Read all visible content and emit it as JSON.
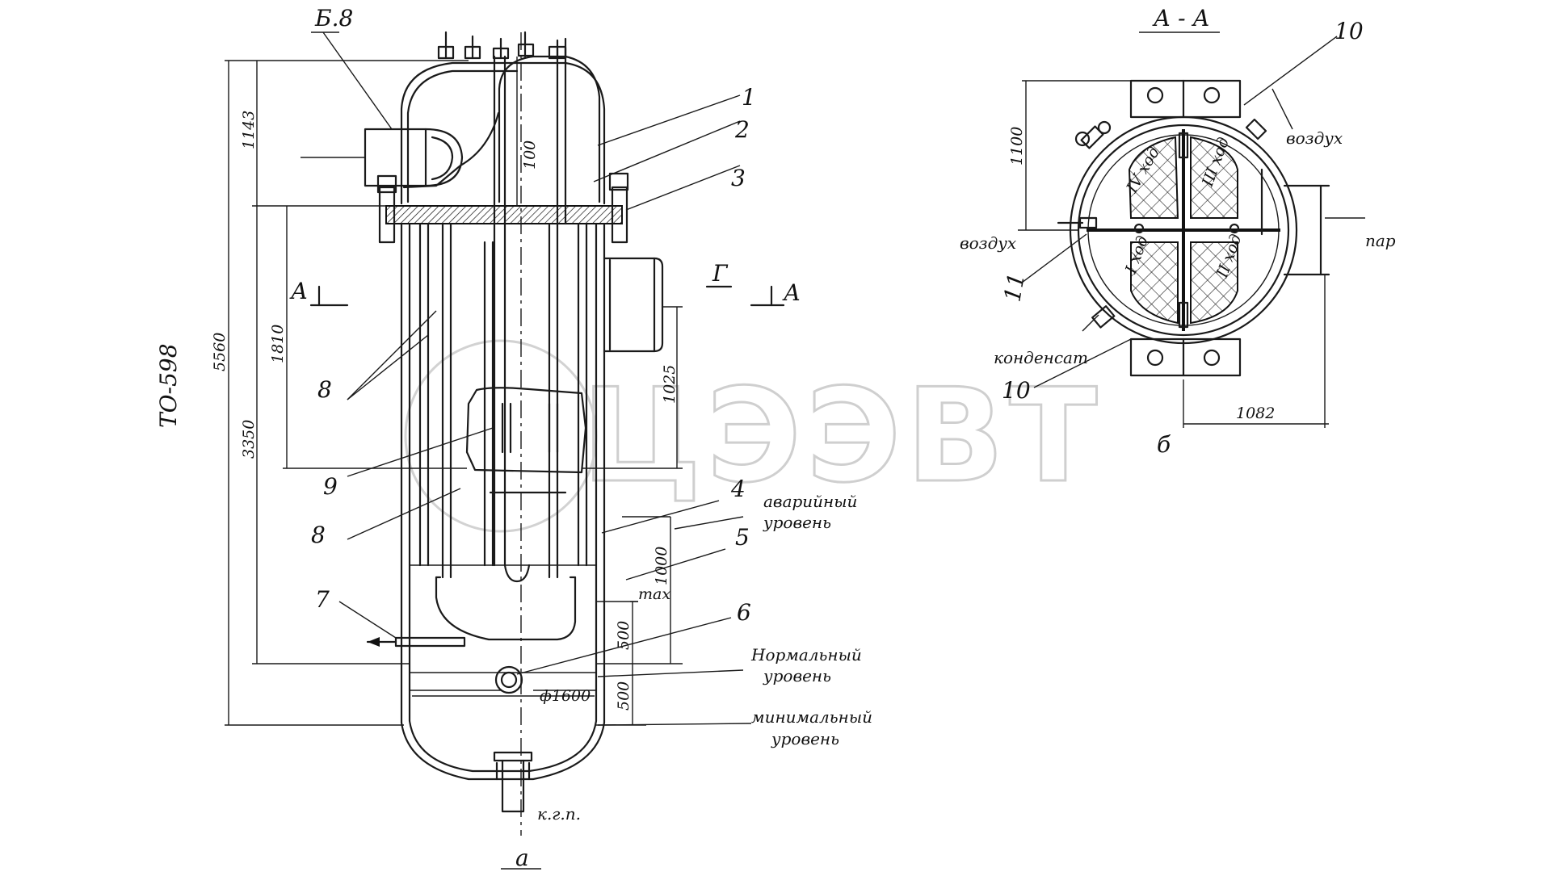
{
  "watermark": "ЦЭЭВТ",
  "left_view": {
    "view_letter": "а",
    "part_labels": [
      "1",
      "2",
      "3",
      "4",
      "5",
      "6",
      "7",
      "8",
      "8",
      "9",
      "Б.8"
    ],
    "dimensions": {
      "total_height": "5560",
      "lower_height": "3350",
      "top_height": "1143",
      "mid_height": "1810",
      "inner": "100",
      "steam_nozzle": "1025",
      "alarm_band": "1000",
      "max_band": "500",
      "min_band": "500",
      "diameter": "ф1600",
      "max_label": "max"
    },
    "doc_code": "ТО-598",
    "section_marks": [
      "А",
      "А",
      "Г"
    ],
    "notes": {
      "alarm_level_1": "аварийный",
      "alarm_level_2": "уровень",
      "normal_level_1": "Нормальный",
      "normal_level_2": "уровень",
      "min_level_1": "минимальный",
      "min_level_2": "уровень",
      "drain": "к.г.п."
    }
  },
  "right_view": {
    "title": "А - А",
    "view_letter": "б",
    "part_labels": [
      "10",
      "10",
      "11"
    ],
    "dimensions": {
      "height": "1100",
      "width": "1082"
    },
    "notes": {
      "air_top": "воздух",
      "air_left": "воздух",
      "steam": "пар",
      "condensate": "конденсат"
    },
    "pass_labels": [
      "I ход",
      "II ход",
      "III ход",
      "IV ход"
    ]
  }
}
